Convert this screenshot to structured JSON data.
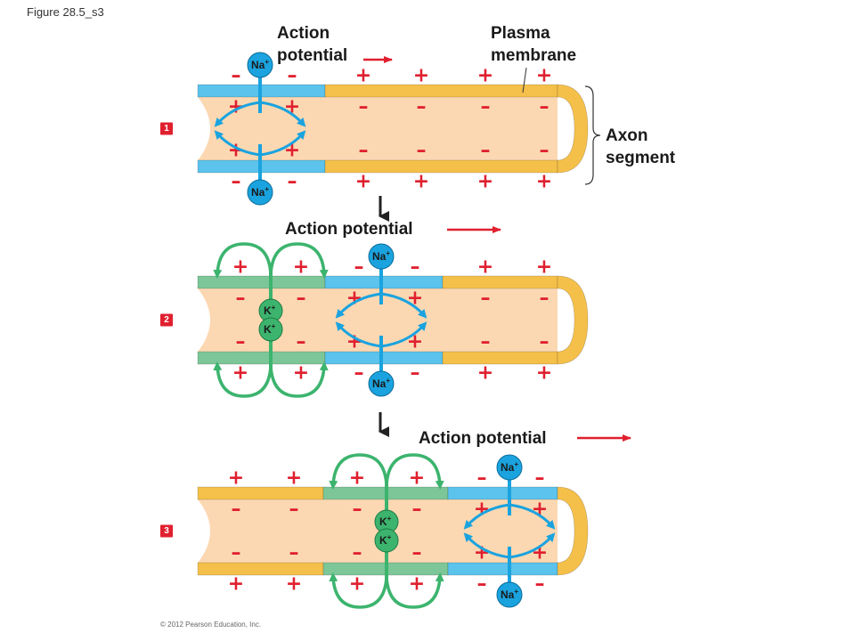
{
  "figure_label": "Figure 28.5_s3",
  "copyright": "© 2012 Pearson Education, Inc.",
  "labels": {
    "action_potential_top_line1": "Action",
    "action_potential_top_line2": "potential",
    "plasma_membrane_line1": "Plasma",
    "plasma_membrane_line2": "membrane",
    "axon_segment_line1": "Axon",
    "axon_segment_line2": "segment",
    "action_potential_2": "Action potential",
    "action_potential_3": "Action potential"
  },
  "ions": {
    "sodium": "Na",
    "potassium": "K",
    "charge": "+"
  },
  "signs": {
    "plus": "+",
    "minus": "–"
  },
  "steps": [
    {
      "number": "1"
    },
    {
      "number": "2"
    },
    {
      "number": "3"
    }
  ],
  "colors": {
    "resting_membrane": "#f5c04a",
    "depolarized_membrane": "#5bc3ec",
    "repolarizing_membrane": "#7cc698",
    "axon_interior": "#fbd8b2",
    "sodium_ion": "#1aa3df",
    "potassium_ion": "#3cb46e",
    "charge_sign": "#e0202f",
    "step_badge": "#e0202f"
  }
}
